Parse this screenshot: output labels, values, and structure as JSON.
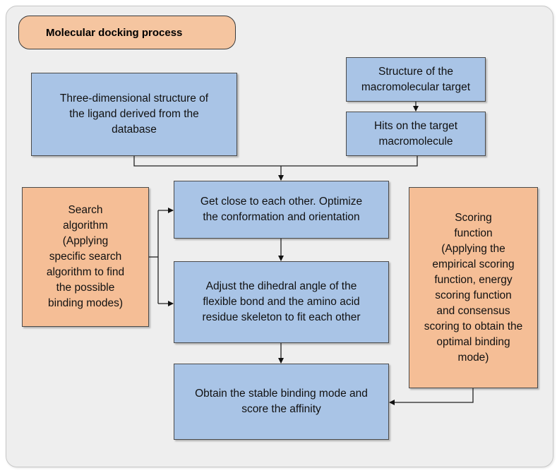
{
  "title": "Molecular docking process",
  "boxes": {
    "ligand": "Three-dimensional structure of\nthe ligand derived from the\ndatabase",
    "target_structure": "Structure of the\nmacromolecular target",
    "hits": "Hits on the target\nmacromolecule",
    "get_close": "Get close to each other. Optimize\nthe conformation and orientation",
    "adjust": "Adjust the dihedral angle of the\nflexible bond and the amino acid\nresidue skeleton to fit each other",
    "obtain": "Obtain the stable binding mode and\nscore the affinity",
    "search": "Search\nalgorithm\n(Applying\nspecific search\nalgorithm to find\nthe possible\nbinding modes)",
    "scoring": "Scoring\nfunction\n(Applying the\nempirical scoring\nfunction, energy\nscoring function\nand consensus\nscoring to obtain the\noptimal binding\nmode)"
  },
  "colors": {
    "blue_box": "#a9c4e6",
    "orange_box": "#f5be96",
    "title_pill": "#f5c5a0",
    "background": "#eeeeee"
  }
}
